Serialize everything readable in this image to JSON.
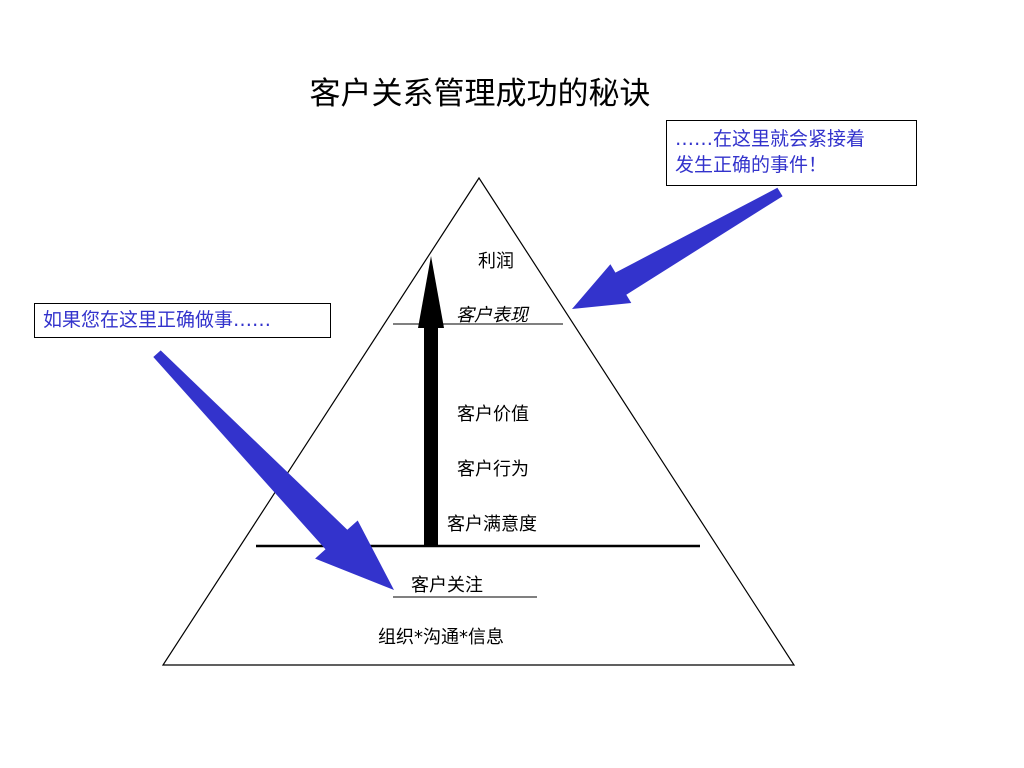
{
  "title": "客户关系管理成功的秘诀",
  "callouts": {
    "top_line1": "……在这里就会紧接着",
    "top_line2": "发生正确的事件！",
    "left": "如果您在这里正确做事……"
  },
  "pyramid_levels": {
    "profit": "利润",
    "customer_performance": "客户表现",
    "customer_value": "客户价值",
    "customer_behavior": "客户行为",
    "customer_satisfaction": "客户满意度",
    "customer_focus": "客户关注",
    "foundation": "组织*沟通*信息"
  },
  "colors": {
    "callout_text": "#3333cc",
    "callout_arrow": "#3333cc",
    "line": "#000000",
    "background": "#ffffff"
  }
}
